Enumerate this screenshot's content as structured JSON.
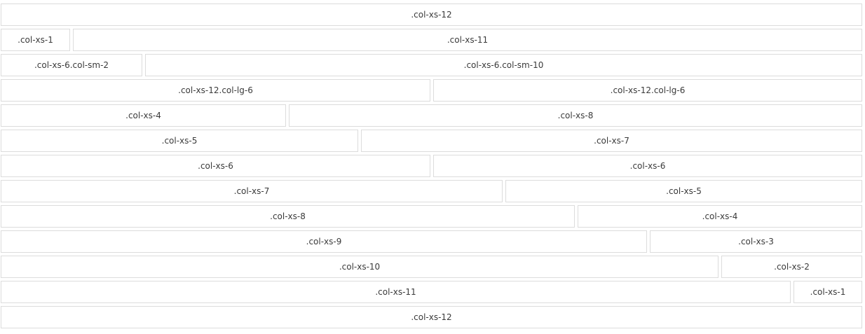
{
  "rows": [
    {
      "cells": [
        ".col-xs-12"
      ]
    },
    {
      "cells": [
        ".col-xs-1",
        ".col-xs-11"
      ]
    },
    {
      "cells": [
        ".col-xs-6.col-sm-2",
        ".col-xs-6.col-sm-10"
      ]
    },
    {
      "cells": [
        ".col-xs-12.col-lg-6",
        ".col-xs-12.col-lg-6"
      ]
    },
    {
      "cells": [
        ".col-xs-4",
        ".col-xs-8"
      ]
    },
    {
      "cells": [
        ".col-xs-5",
        ".col-xs-7"
      ]
    },
    {
      "cells": [
        ".col-xs-6",
        ".col-xs-6"
      ]
    },
    {
      "cells": [
        ".col-xs-7",
        ".col-xs-5"
      ]
    },
    {
      "cells": [
        ".col-xs-8",
        ".col-xs-4"
      ]
    },
    {
      "cells": [
        ".col-xs-9",
        ".col-xs-3"
      ]
    },
    {
      "cells": [
        ".col-xs-10",
        ".col-xs-2"
      ]
    },
    {
      "cells": [
        ".col-xs-11",
        ".col-xs-1"
      ]
    },
    {
      "cells": [
        ".col-xs-12"
      ]
    }
  ]
}
